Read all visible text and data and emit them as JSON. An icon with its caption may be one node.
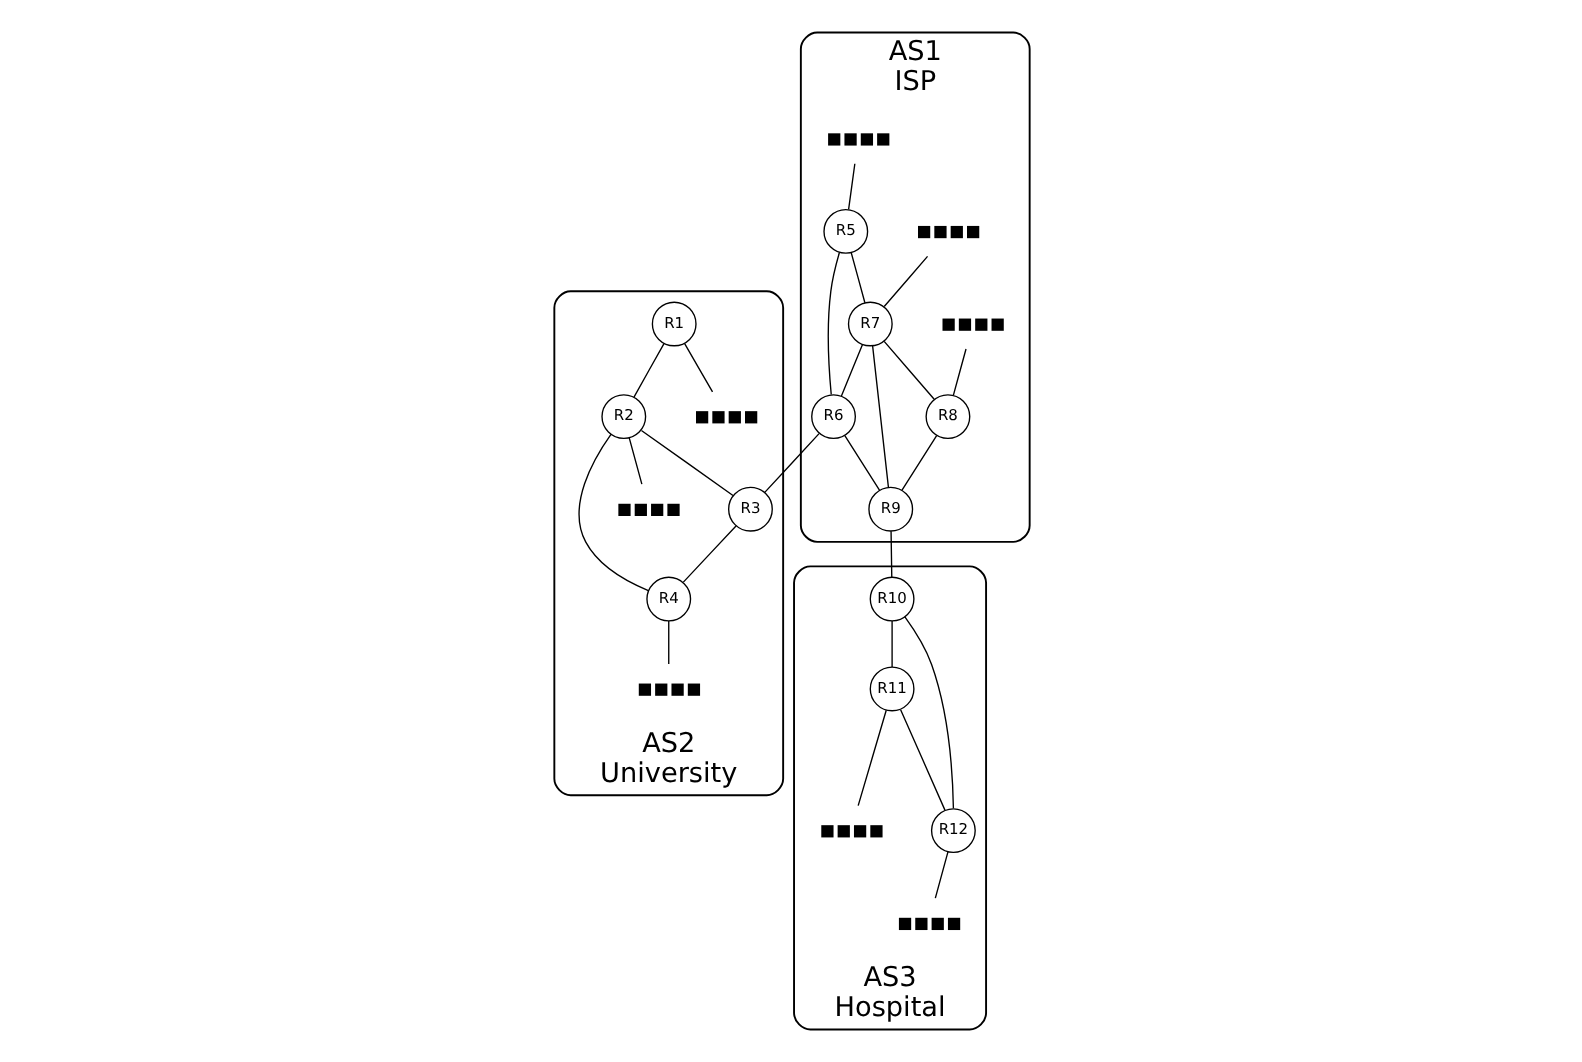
{
  "diagram": {
    "nodes": [
      {
        "text": [
          "AS1",
          "ISP"
        ]
      },
      {
        "text": [
          "R5"
        ],
        "in": 0
      },
      {
        "text": [
          "R7"
        ],
        "in": 0
      },
      {
        "text": [
          "R8"
        ],
        "in": 0
      },
      {
        "text": [
          "R6"
        ],
        "in": 0
      },
      {
        "text": [
          "R9"
        ],
        "in": 0
      },
      {
        "text": [],
        "shape": "bar",
        "in": 0
      },
      {
        "text": [],
        "shape": "bar",
        "in": 0
      },
      {
        "text": [],
        "shape": "bar",
        "in": 0
      },
      {
        "text": [
          "AS2",
          "University"
        ]
      },
      {
        "text": [
          "R1"
        ],
        "in": 9
      },
      {
        "text": [
          "R3"
        ],
        "in": 9
      },
      {
        "text": [
          "R2"
        ],
        "in": 9
      },
      {
        "text": [
          "R4"
        ],
        "in": 9
      },
      {
        "text": [],
        "shape": "bar",
        "in": 9
      },
      {
        "text": [],
        "shape": "bar",
        "in": 9
      },
      {
        "text": [],
        "shape": "bar",
        "in": 9
      },
      {
        "text": [
          "AS3",
          "Hospital"
        ]
      },
      {
        "text": [
          "R10"
        ],
        "in": 17
      },
      {
        "text": [
          "R11"
        ],
        "in": 17
      },
      {
        "text": [
          "R12"
        ],
        "in": 17
      },
      {
        "text": [],
        "shape": "bar",
        "in": 17
      },
      {
        "text": [],
        "shape": "bar",
        "in": 17
      }
    ],
    "edges": [
      {
        "from": 6,
        "to": 1,
        "arrow": "none"
      },
      {
        "from": 7,
        "to": 2,
        "arrow": "none"
      },
      {
        "from": 8,
        "to": 3,
        "arrow": "none"
      },
      {
        "from": 1,
        "to": 4,
        "arrow": "none"
      },
      {
        "from": 1,
        "to": 2,
        "arrow": "none"
      },
      {
        "from": 2,
        "to": 3,
        "arrow": "none"
      },
      {
        "from": 2,
        "to": 4,
        "arrow": "none"
      },
      {
        "from": 2,
        "to": 5,
        "arrow": "none"
      },
      {
        "from": 4,
        "to": 5,
        "arrow": "none"
      },
      {
        "from": 3,
        "to": 5,
        "arrow": "none"
      },
      {
        "from": 4,
        "to": 11,
        "arrow": "none"
      },
      {
        "from": 5,
        "to": 18,
        "arrow": "none"
      },
      {
        "from": 10,
        "to": 14,
        "arrow": "none"
      },
      {
        "from": 10,
        "to": 12,
        "arrow": "none"
      },
      {
        "from": 12,
        "to": 11,
        "arrow": "none"
      },
      {
        "from": 12,
        "to": 13,
        "arrow": "none"
      },
      {
        "from": 11,
        "to": 13,
        "arrow": "none"
      },
      {
        "from": 12,
        "to": 15,
        "arrow": "none"
      },
      {
        "from": 13,
        "to": 16,
        "arrow": "none"
      },
      {
        "from": 18,
        "to": 19,
        "arrow": "none"
      },
      {
        "from": 18,
        "to": 20,
        "arrow": "none"
      },
      {
        "from": 19,
        "to": 20,
        "arrow": "none"
      },
      {
        "from": 19,
        "to": 21,
        "arrow": "none"
      },
      {
        "from": 20,
        "to": 22,
        "arrow": "none"
      }
    ]
  }
}
